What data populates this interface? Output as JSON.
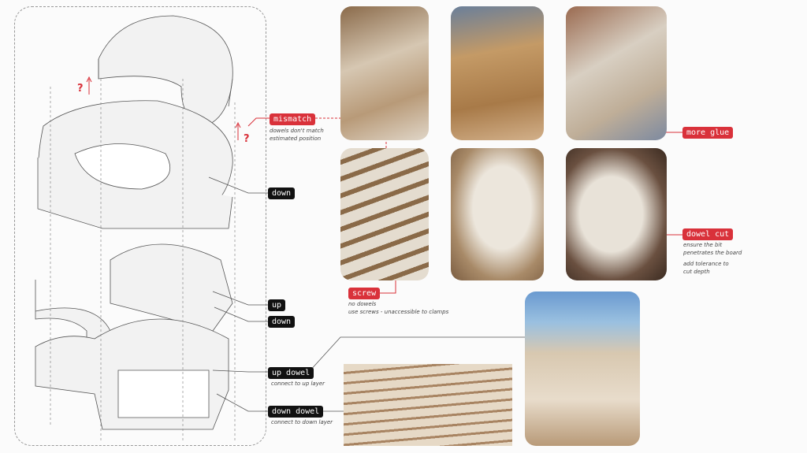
{
  "labels": {
    "mismatch": "mismatch",
    "mismatch_note": [
      "dowels don't match",
      "estimated position"
    ],
    "down1": "down",
    "up": "up",
    "down2": "down",
    "up_dowel": "up dowel",
    "up_dowel_note": "connect to up layer",
    "down_dowel": "down dowel",
    "down_dowel_note": "connect to down layer",
    "screw": "screw",
    "screw_note": [
      "no dowels",
      "use screws - unaccessible to clamps"
    ],
    "more_glue": "more glue",
    "dowel_cut": "dowel cut",
    "dowel_cut_note": [
      "ensure the bit",
      "penetrates the board",
      "add tolerance to",
      "cut depth"
    ],
    "question": "?"
  },
  "colors": {
    "accent": "#d9313a",
    "dark_tag": "#111111"
  }
}
